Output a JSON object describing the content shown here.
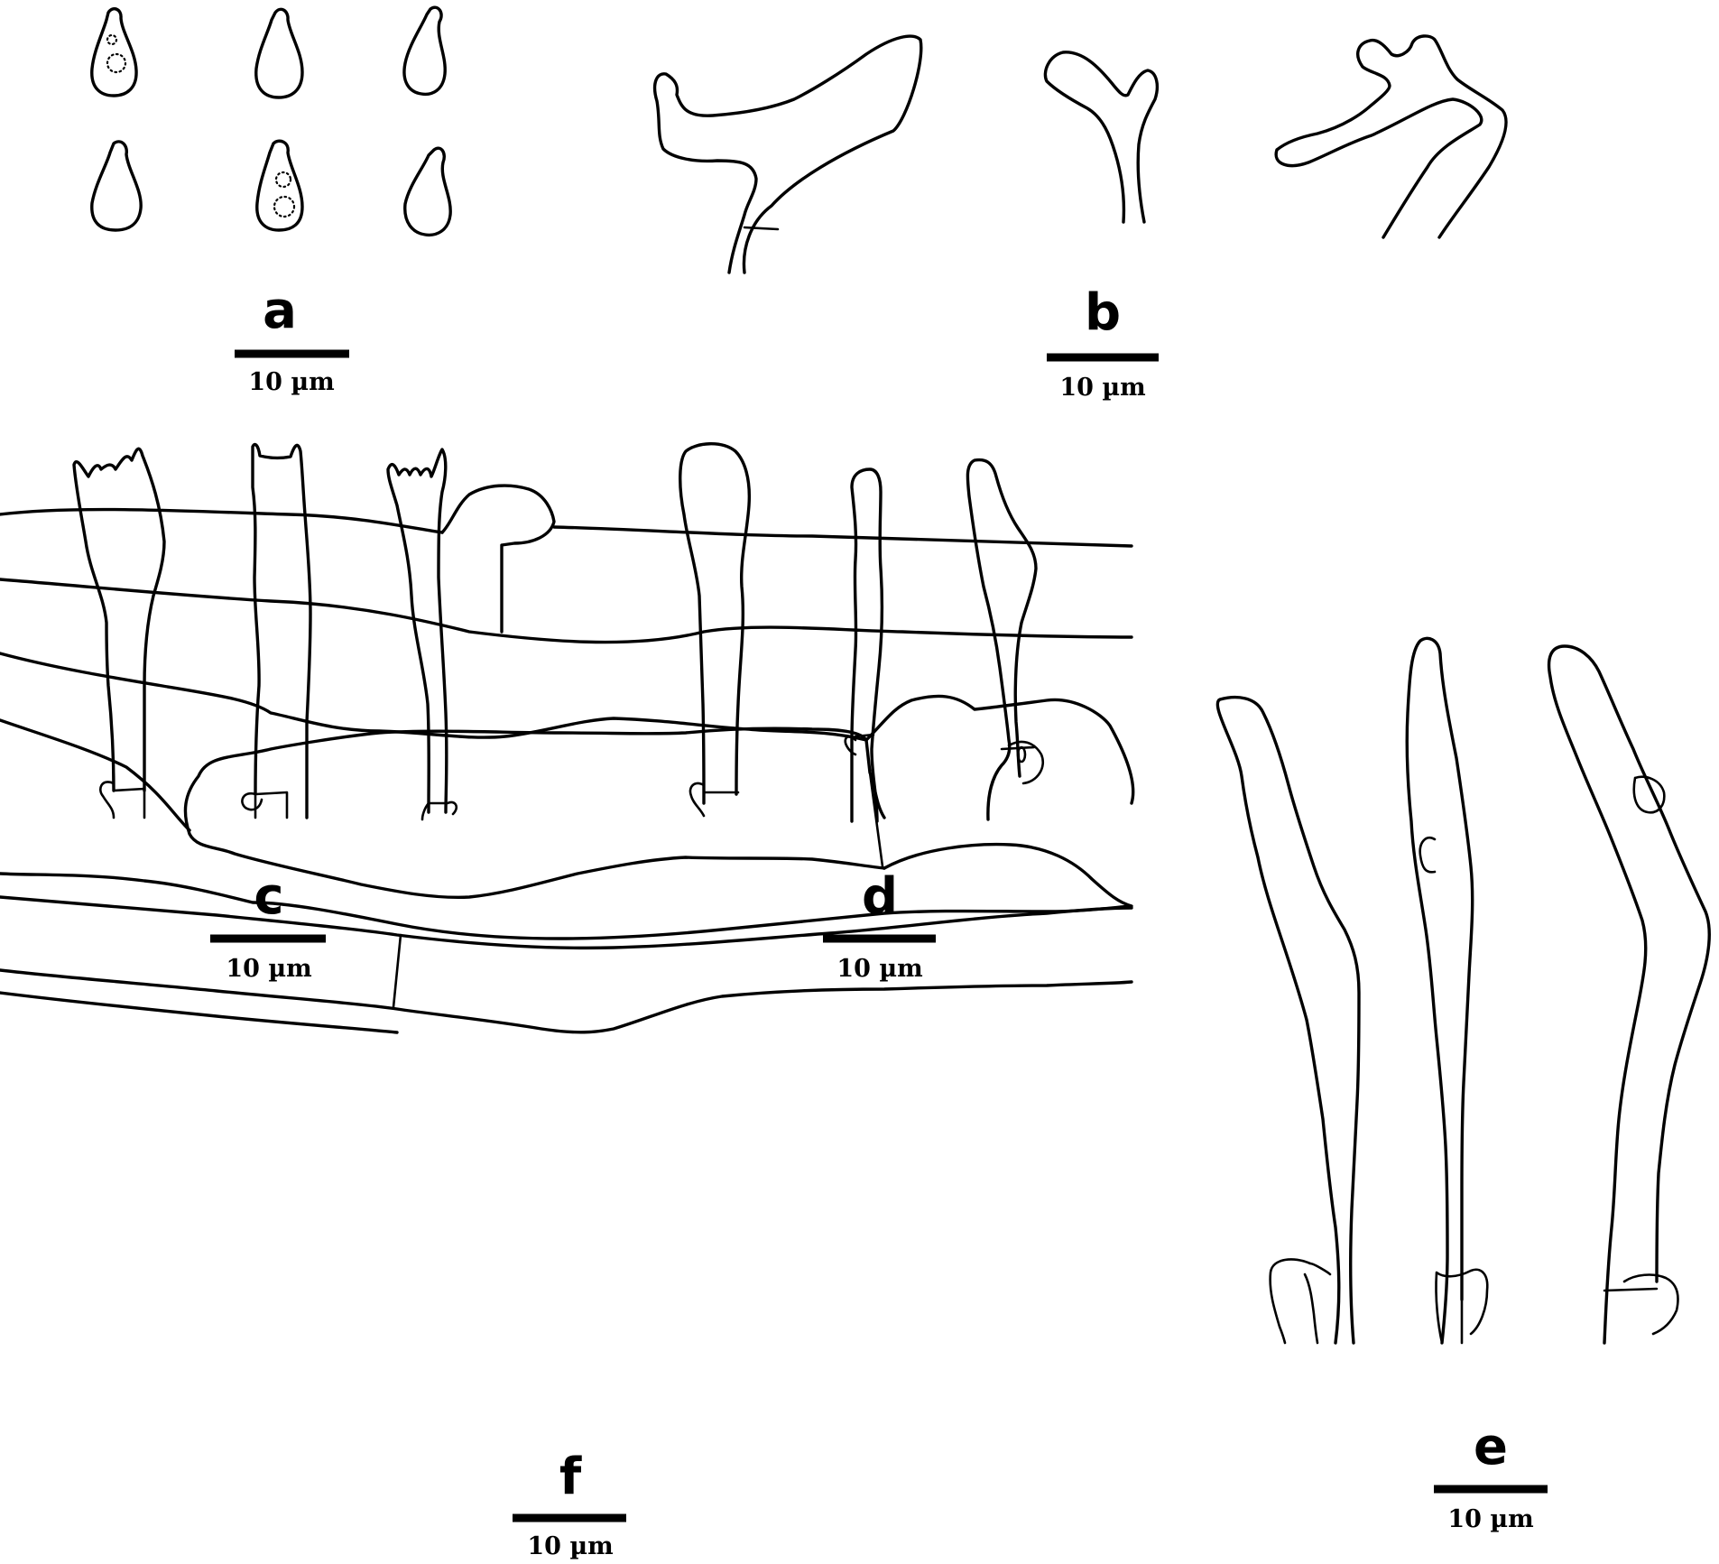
{
  "panels": {
    "a": {
      "letter": "a",
      "scale": "10 µm"
    },
    "b": {
      "letter": "b",
      "scale": "10 µm"
    },
    "c": {
      "letter": "c",
      "scale": "10 µm"
    },
    "d": {
      "letter": "d",
      "scale": "10 µm"
    },
    "e": {
      "letter": "e",
      "scale": "10 µm"
    },
    "f": {
      "letter": "f",
      "scale": "10 µm"
    }
  }
}
